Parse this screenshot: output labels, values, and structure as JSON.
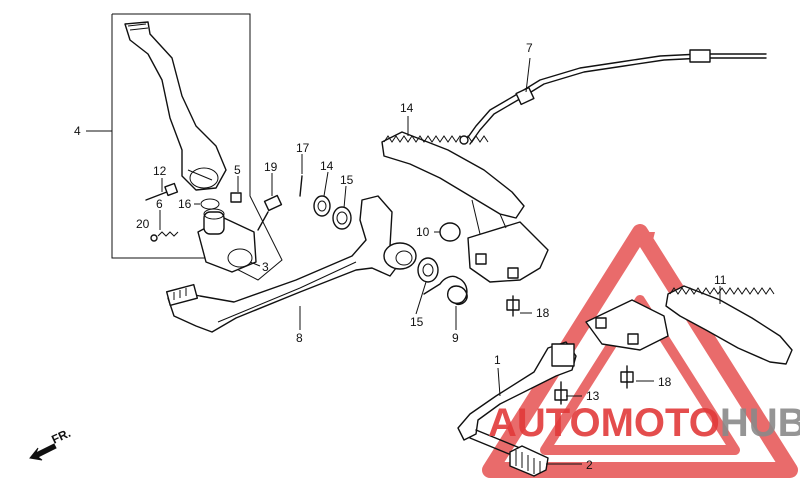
{
  "callouts": {
    "c1": "1",
    "c2": "2",
    "c3": "3",
    "c4": "4",
    "c5": "5",
    "c6": "6",
    "c7": "7",
    "c8": "8",
    "c9": "9",
    "c10": "10",
    "c11": "11",
    "c12": "12",
    "c13": "13",
    "c14a": "14",
    "c14b": "14",
    "c15a": "15",
    "c15b": "15",
    "c16": "16",
    "c17": "17",
    "c18a": "18",
    "c18b": "18",
    "c19": "19",
    "c20": "20"
  },
  "direction_label": "FR.",
  "watermark": {
    "part1": "AUTO",
    "part2": "MOTO",
    "part3": "HUB",
    "color_red": "#e23a3a",
    "color_gray": "#8a8a8a"
  }
}
